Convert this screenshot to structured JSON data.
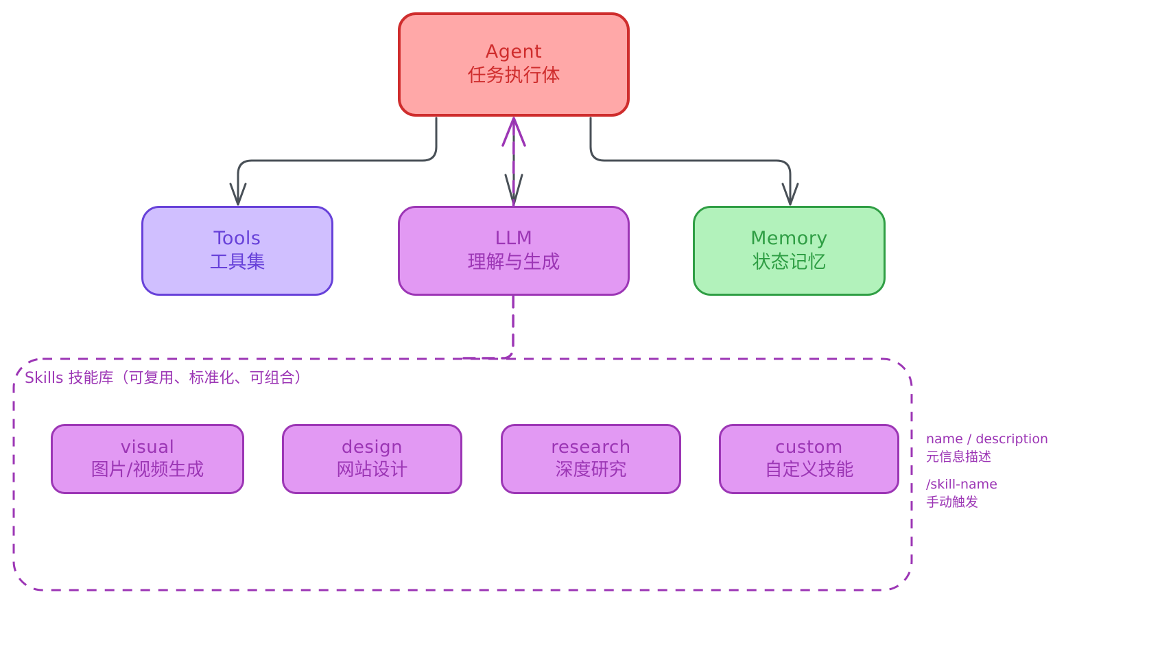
{
  "colors": {
    "agent_fill": "#ffa8a8",
    "agent_stroke": "#cf2d2d",
    "tools_fill": "#d0bfff",
    "tools_stroke": "#6741d9",
    "llm_fill": "#e299f3",
    "llm_stroke": "#9c36b5",
    "memory_fill": "#b2f2bb",
    "memory_stroke": "#2f9e44",
    "connector": "#495057",
    "skills_accent": "#9c36b5"
  },
  "agent": {
    "title": "Agent",
    "subtitle": "任务执行体"
  },
  "components": [
    {
      "id": "tools",
      "title": "Tools",
      "subtitle": "工具集"
    },
    {
      "id": "llm",
      "title": "LLM",
      "subtitle": "理解与生成"
    },
    {
      "id": "memory",
      "title": "Memory",
      "subtitle": "状态记忆"
    }
  ],
  "skills_group": {
    "title": "Skills 技能库（可复用、标准化、可组合）",
    "items": [
      {
        "name": "visual",
        "desc": "图片/视频生成"
      },
      {
        "name": "design",
        "desc": "网站设计"
      },
      {
        "name": "research",
        "desc": "深度研究"
      },
      {
        "name": "custom",
        "desc": "自定义技能"
      }
    ]
  },
  "notes": [
    {
      "line1": "name / description",
      "line2": "元信息描述"
    },
    {
      "line1": "/skill-name",
      "line2": "手动触发"
    }
  ]
}
